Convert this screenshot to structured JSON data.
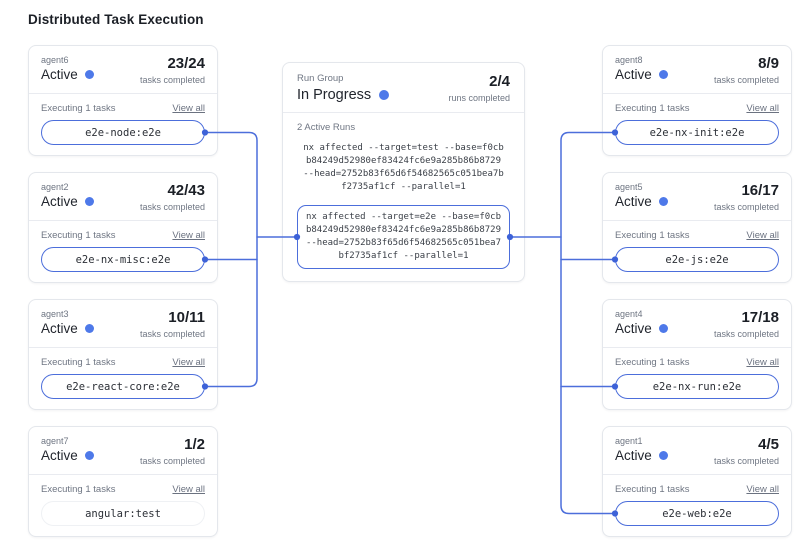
{
  "page": {
    "title": "Distributed Task Execution"
  },
  "run_group": {
    "label": "Run Group",
    "status": "In Progress",
    "progress": "2/4",
    "progress_caption": "runs completed",
    "active_runs_label": "2 Active Runs",
    "runs": [
      {
        "command": "nx affected --target=test --base=f0cbb84249d52980ef83424fc6e9a285b86b8729 --head=2752b83f65d6f54682565c051bea7bf2735af1cf --parallel=1",
        "highlighted": false
      },
      {
        "command": "nx affected --target=e2e --base=f0cbb84249d52980ef83424fc6e9a285b86b8729 --head=2752b83f65d6f54682565c051bea7bf2735af1cf --parallel=1",
        "highlighted": true
      }
    ]
  },
  "labels": {
    "executing": "Executing 1 tasks",
    "view_all": "View all",
    "tasks_completed": "tasks completed"
  },
  "agents_left": [
    {
      "name": "agent6",
      "status": "Active",
      "count": "23/24",
      "task": "e2e-node:e2e",
      "task_highlighted": true
    },
    {
      "name": "agent2",
      "status": "Active",
      "count": "42/43",
      "task": "e2e-nx-misc:e2e",
      "task_highlighted": true
    },
    {
      "name": "agent3",
      "status": "Active",
      "count": "10/11",
      "task": "e2e-react-core:e2e",
      "task_highlighted": true
    },
    {
      "name": "agent7",
      "status": "Active",
      "count": "1/2",
      "task": "angular:test",
      "task_highlighted": false
    }
  ],
  "agents_right": [
    {
      "name": "agent8",
      "status": "Active",
      "count": "8/9",
      "task": "e2e-nx-init:e2e",
      "task_highlighted": true
    },
    {
      "name": "agent5",
      "status": "Active",
      "count": "16/17",
      "task": "e2e-js:e2e",
      "task_highlighted": true
    },
    {
      "name": "agent4",
      "status": "Active",
      "count": "17/18",
      "task": "e2e-nx-run:e2e",
      "task_highlighted": true
    },
    {
      "name": "agent1",
      "status": "Active",
      "count": "4/5",
      "task": "e2e-web:e2e",
      "task_highlighted": true
    }
  ],
  "colors": {
    "accent_blue": "#4c6edb",
    "connector_dot_blue": "#3d62d8",
    "status_dot_blue": "#4e79e9",
    "card_border": "#e4e7ec",
    "text_dark": "#22262e",
    "text_gray": "#6f7683"
  }
}
